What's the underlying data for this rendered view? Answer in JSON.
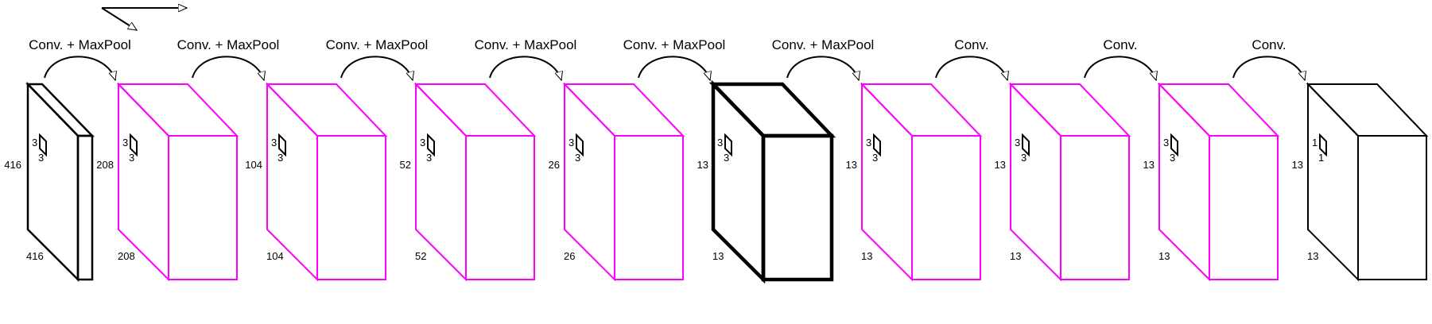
{
  "colors": {
    "pink": "#ff00ff",
    "black": "#000000"
  },
  "input": {
    "side_label": "416",
    "bottom_label": "416",
    "kernel": [
      "3",
      "3"
    ]
  },
  "blocks": [
    {
      "op": "Conv. + MaxPool",
      "side_label": "208",
      "bottom_label": "208",
      "kernel": [
        "3",
        "3"
      ],
      "style": "pink"
    },
    {
      "op": "Conv. + MaxPool",
      "side_label": "104",
      "bottom_label": "104",
      "kernel": [
        "3",
        "3"
      ],
      "style": "pink"
    },
    {
      "op": "Conv. + MaxPool",
      "side_label": "52",
      "bottom_label": "52",
      "kernel": [
        "3",
        "3"
      ],
      "style": "pink"
    },
    {
      "op": "Conv. + MaxPool",
      "side_label": "26",
      "bottom_label": "26",
      "kernel": [
        "3",
        "3"
      ],
      "style": "pink"
    },
    {
      "op": "Conv. + MaxPool",
      "side_label": "13",
      "bottom_label": "13",
      "kernel": [
        "3",
        "3"
      ],
      "style": "bold"
    },
    {
      "op": "Conv. + MaxPool",
      "side_label": "13",
      "bottom_label": "13",
      "kernel": [
        "3",
        "3"
      ],
      "style": "pink"
    },
    {
      "op": "Conv.",
      "side_label": "13",
      "bottom_label": "13",
      "kernel": [
        "3",
        "3"
      ],
      "style": "pink"
    },
    {
      "op": "Conv.",
      "side_label": "13",
      "bottom_label": "13",
      "kernel": [
        "3",
        "3"
      ],
      "style": "pink"
    },
    {
      "op": "Conv.",
      "side_label": "13",
      "bottom_label": "13",
      "kernel": [
        "1",
        "1"
      ],
      "style": "black"
    }
  ]
}
